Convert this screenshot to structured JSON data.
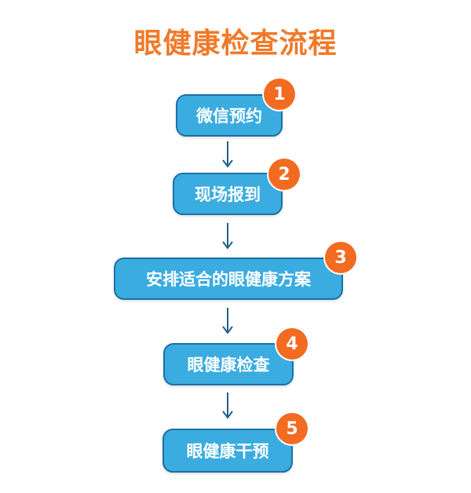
{
  "title": "眼健康检查流程",
  "colors": {
    "title": "#f07a2a",
    "step_fill": "#3aace0",
    "step_border": "#1f6fa8",
    "badge": "#f26b21",
    "arrow": "#1f5f8f"
  },
  "steps": [
    {
      "number": "1",
      "label": "微信预约"
    },
    {
      "number": "2",
      "label": "现场报到"
    },
    {
      "number": "3",
      "label": "安排适合的眼健康方案"
    },
    {
      "number": "4",
      "label": "眼健康检查"
    },
    {
      "number": "5",
      "label": "眼健康干预"
    }
  ]
}
